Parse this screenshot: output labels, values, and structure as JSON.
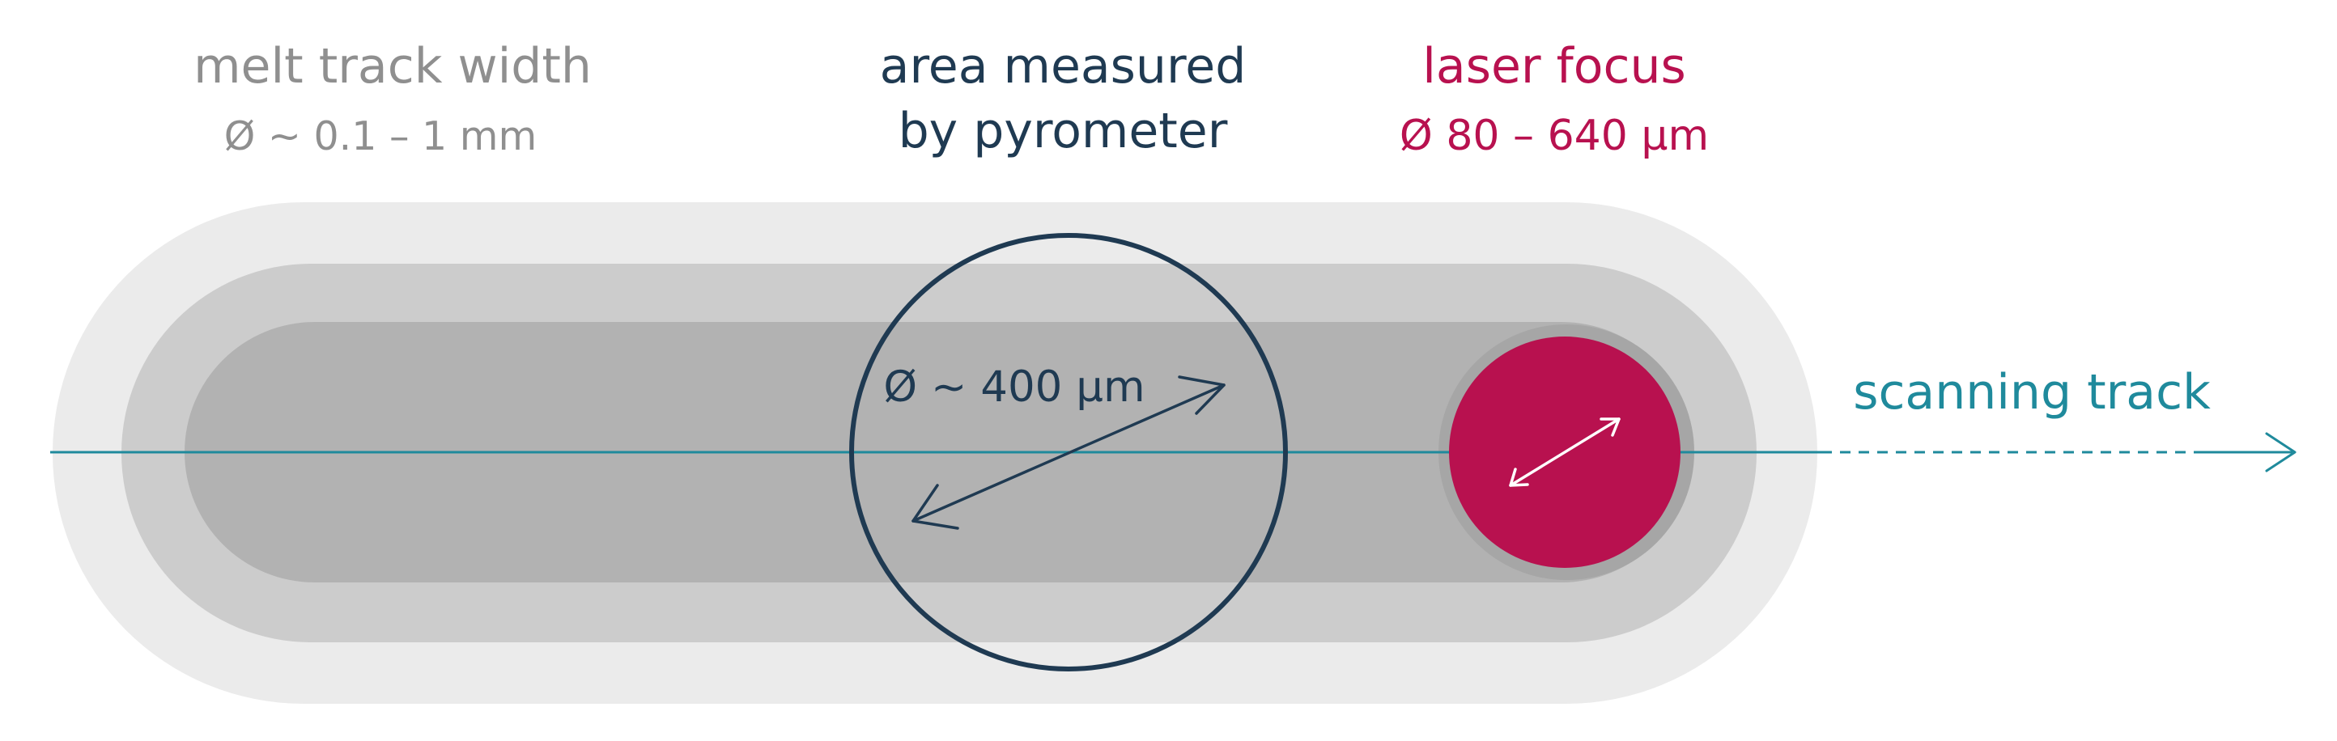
{
  "labels": {
    "melt_track_title": "melt track width",
    "melt_track_value": "Ø ~ 0.1 – 1 mm",
    "pyrometer_line1": "area measured",
    "pyrometer_line2": "by pyrometer",
    "pyrometer_diameter": "Ø ~ 400 μm",
    "laser_title": "laser focus",
    "laser_value": "Ø 80 –  640 μm",
    "scanning_track": "scanning track"
  },
  "colors": {
    "background": "#ffffff",
    "outer_band": "#ebebeb",
    "middle_band": "#cccccc",
    "inner_band": "#b2b2b2",
    "laser_shadow": "#a6a6a6",
    "melt_track_text": "#8f8f8f",
    "pyrometer": "#1f3a52",
    "laser": "#b8114f",
    "scanning_track": "#1f8a9c",
    "arrow_on_laser": "#ffffff"
  },
  "icons": {
    "scan_arrowhead": "arrow-right-icon",
    "pyrometer_arrow": "double-arrow-icon",
    "laser_arrow": "double-arrow-icon"
  }
}
